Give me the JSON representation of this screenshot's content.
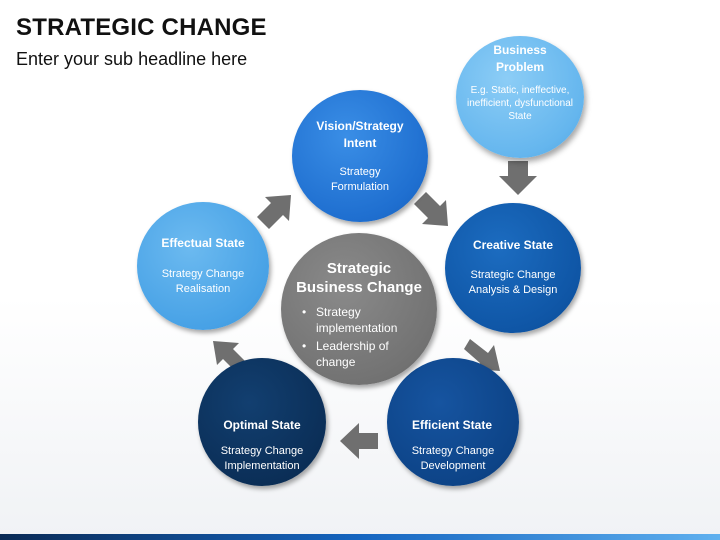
{
  "header": {
    "title": "STRATEGIC CHANGE",
    "subtitle": "Enter your sub headline here"
  },
  "nodes": {
    "vision": {
      "title": "Vision/Strategy Intent",
      "text": "Strategy Formulation"
    },
    "problem": {
      "title": "Business Problem",
      "text": "E.g. Static, ineffective, inefficient, dysfunctional State"
    },
    "creative": {
      "title": "Creative State",
      "text": "Strategic Change Analysis & Design"
    },
    "efficient": {
      "title": "Efficient State",
      "text": "Strategy Change Development"
    },
    "optimal": {
      "title": "Optimal State",
      "text": "Strategy Change Implementation"
    },
    "effectual": {
      "title": "Effectual State",
      "text": "Strategy Change Realisation"
    }
  },
  "center": {
    "title": "Strategic Business Change",
    "bullets": [
      "Strategy implementation",
      "Leadership of change"
    ]
  },
  "colors": {
    "vision": "#1f6fd0",
    "problem": "#65b6ee",
    "creative": "#0f56a6",
    "efficient": "#0d4488",
    "optimal": "#0b2f58",
    "effectual": "#48a2e6",
    "center": "#737373",
    "arrow": "#6f6f6f"
  },
  "icons": {
    "arrows": "block-arrow-icon"
  }
}
